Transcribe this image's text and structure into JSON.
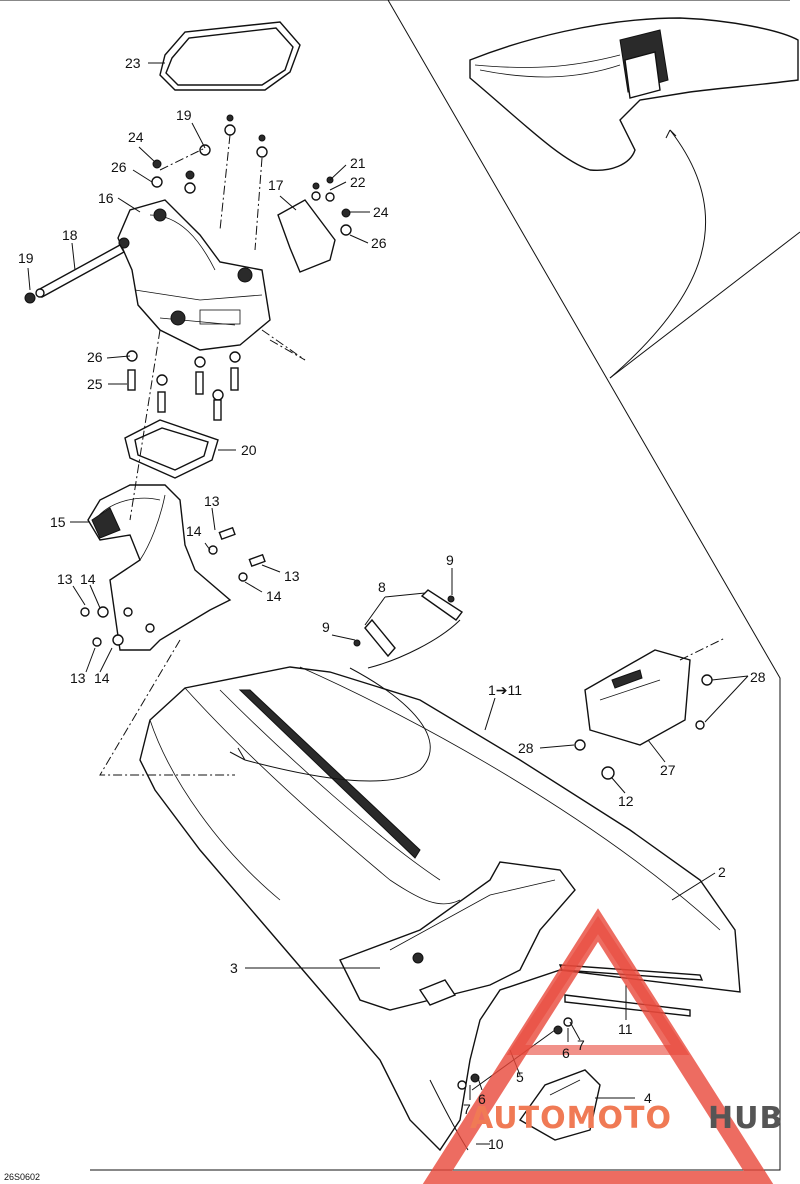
{
  "diagram": {
    "reference_code": "26S0602",
    "watermark": {
      "part1": "AUTOMOTO",
      "part2": "HUB"
    },
    "group_label": "1➔11",
    "callouts": [
      {
        "id": "c1",
        "text": "1➔11"
      },
      {
        "id": "c2",
        "text": "2"
      },
      {
        "id": "c3",
        "text": "3"
      },
      {
        "id": "c4",
        "text": "4"
      },
      {
        "id": "c5",
        "text": "5"
      },
      {
        "id": "c6a",
        "text": "6"
      },
      {
        "id": "c6b",
        "text": "6"
      },
      {
        "id": "c7a",
        "text": "7"
      },
      {
        "id": "c7b",
        "text": "7"
      },
      {
        "id": "c8",
        "text": "8"
      },
      {
        "id": "c9a",
        "text": "9"
      },
      {
        "id": "c9b",
        "text": "9"
      },
      {
        "id": "c10",
        "text": "10"
      },
      {
        "id": "c11",
        "text": "11"
      },
      {
        "id": "c12",
        "text": "12"
      },
      {
        "id": "c13a",
        "text": "13"
      },
      {
        "id": "c13b",
        "text": "13"
      },
      {
        "id": "c13c",
        "text": "13"
      },
      {
        "id": "c13d",
        "text": "13"
      },
      {
        "id": "c14a",
        "text": "14"
      },
      {
        "id": "c14b",
        "text": "14"
      },
      {
        "id": "c14c",
        "text": "14"
      },
      {
        "id": "c14d",
        "text": "14"
      },
      {
        "id": "c15",
        "text": "15"
      },
      {
        "id": "c16",
        "text": "16"
      },
      {
        "id": "c17",
        "text": "17"
      },
      {
        "id": "c18",
        "text": "18"
      },
      {
        "id": "c19a",
        "text": "19"
      },
      {
        "id": "c19b",
        "text": "19"
      },
      {
        "id": "c20",
        "text": "20"
      },
      {
        "id": "c21",
        "text": "21"
      },
      {
        "id": "c22",
        "text": "22"
      },
      {
        "id": "c23",
        "text": "23"
      },
      {
        "id": "c24a",
        "text": "24"
      },
      {
        "id": "c24b",
        "text": "24"
      },
      {
        "id": "c25",
        "text": "25"
      },
      {
        "id": "c26a",
        "text": "26"
      },
      {
        "id": "c26b",
        "text": "26"
      },
      {
        "id": "c26c",
        "text": "26"
      },
      {
        "id": "c27",
        "text": "27"
      },
      {
        "id": "c28a",
        "text": "28"
      },
      {
        "id": "c28b",
        "text": "28"
      }
    ],
    "colors": {
      "line": "#111111",
      "watermark_triangle": "#e8473a",
      "watermark_text_primary": "#f07a55",
      "watermark_text_secondary": "#555555"
    }
  }
}
